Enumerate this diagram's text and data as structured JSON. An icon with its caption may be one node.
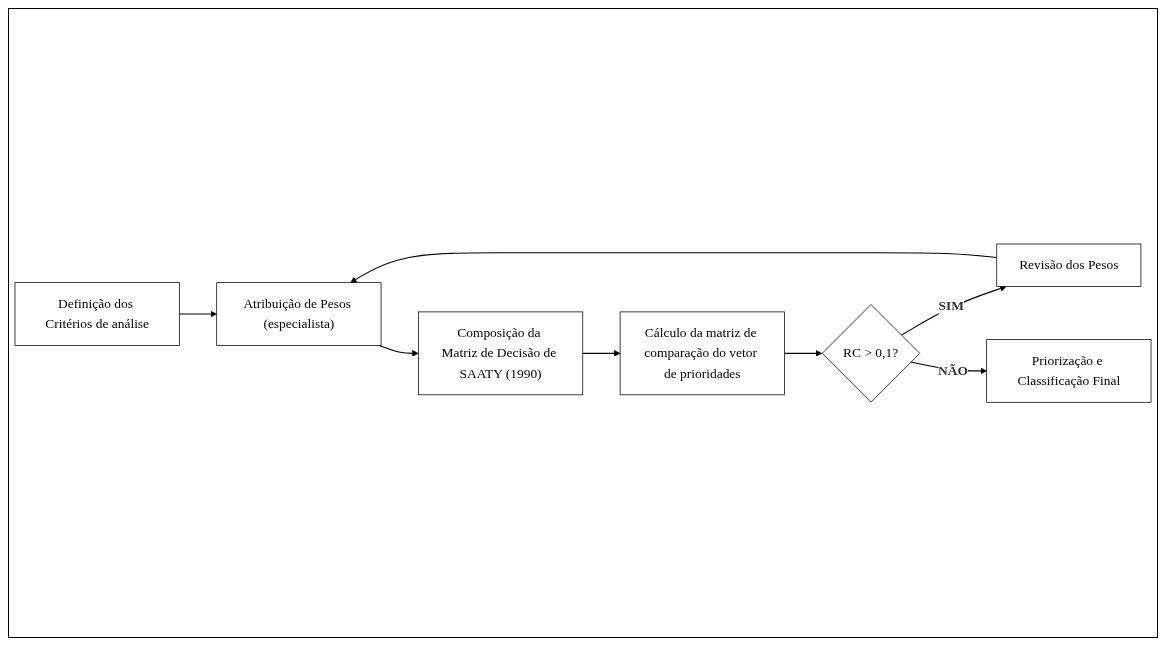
{
  "diagram": {
    "nodes": [
      {
        "text": [
          "Definição dos Critérios de análise"
        ]
      },
      {
        "text": [
          "Atribuição de Pesos (especialista)"
        ]
      },
      {
        "text": [
          "Composição da Matriz de Decisão de SAATY (1990)"
        ]
      },
      {
        "text": [
          "Cálculo da matriz de comparação do vetor de prioridades"
        ]
      },
      {
        "text": [
          "Revisão dos Pesos"
        ]
      },
      {
        "text": [
          "RC > 0,1?"
        ]
      },
      {
        "text": [
          "Priorização e Classificação Final"
        ]
      }
    ],
    "edges": [
      {
        "from": 0,
        "to": 1,
        "arrow": "to"
      },
      {
        "from": 1,
        "to": 2,
        "arrow": "to"
      },
      {
        "from": 2,
        "to": 3,
        "arrow": "to"
      },
      {
        "from": 3,
        "to": 5,
        "arrow": "to"
      },
      {
        "from": 5,
        "to": 4,
        "label": "SIM",
        "arrow": "to"
      },
      {
        "from": 4,
        "to": 1,
        "arrow": "to"
      },
      {
        "from": 5,
        "to": 6,
        "label": "NÃO",
        "arrow": "to"
      }
    ]
  }
}
